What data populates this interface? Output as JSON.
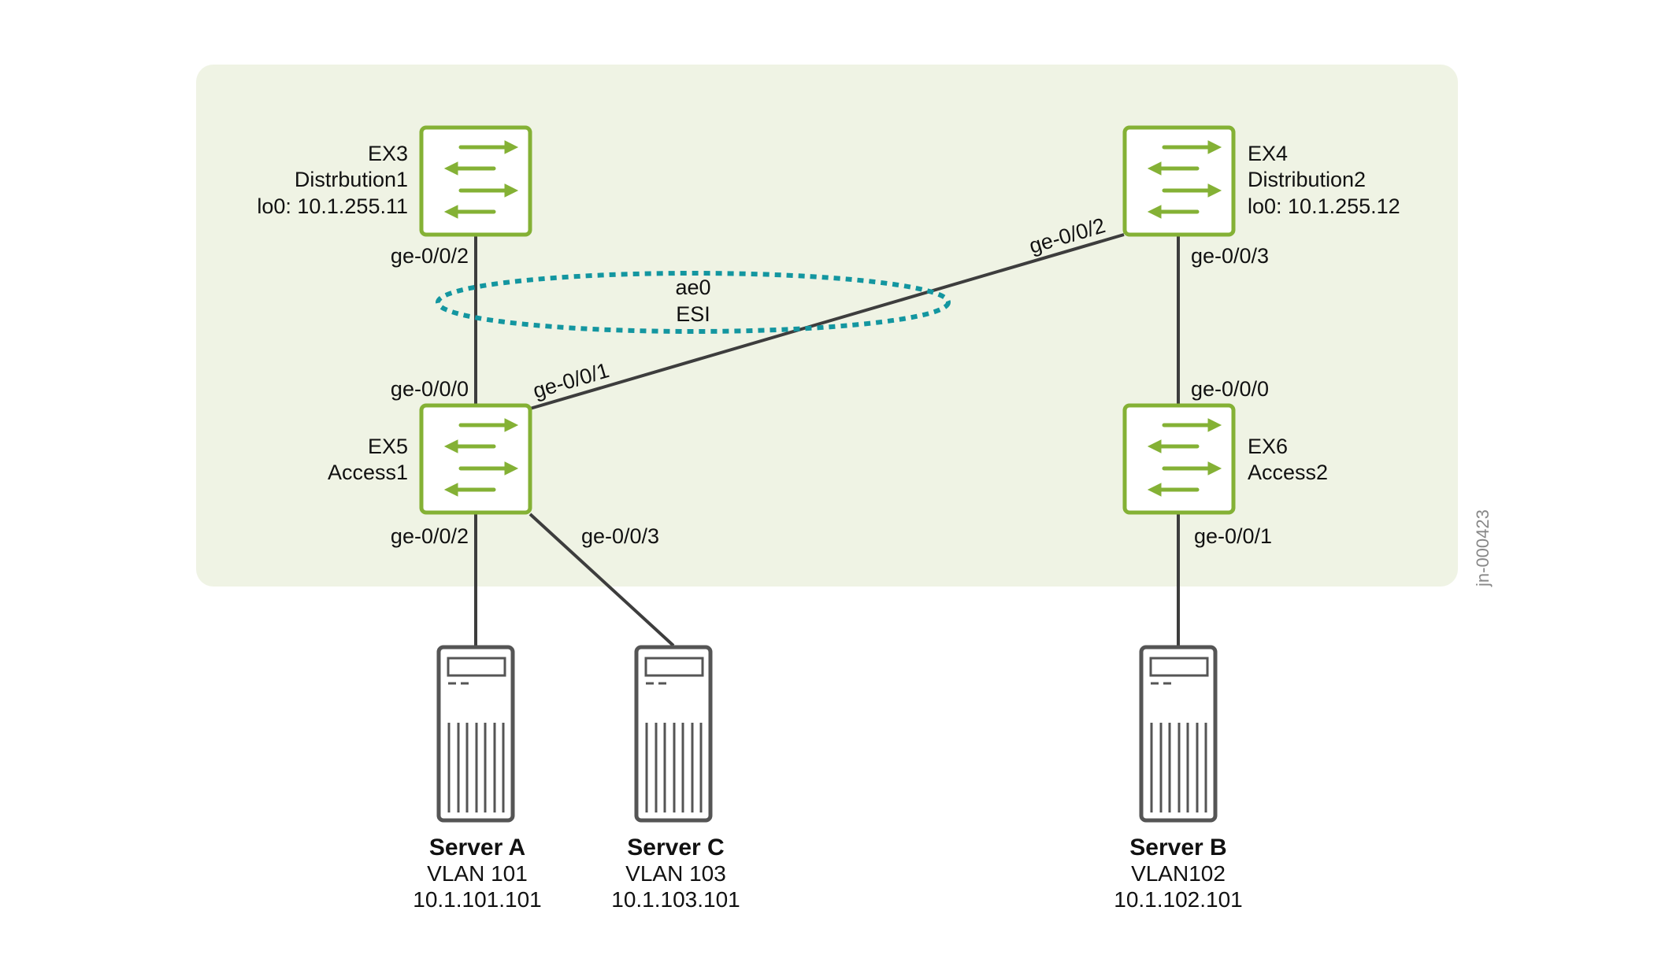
{
  "colors": {
    "panel": "#eff3e4",
    "switch_border": "#84b135",
    "switch_fill": "#ffffff",
    "link": "#3d3d3d",
    "esi_ring": "#1396a0",
    "server_stroke": "#555555"
  },
  "switches": [
    {
      "id": "EX3",
      "lines": [
        "EX3",
        "Distrbution1",
        "lo0: 10.1.255.11"
      ],
      "icon": "switch-icon"
    },
    {
      "id": "EX4",
      "lines": [
        "EX4",
        "Distribution2",
        "lo0: 10.1.255.12"
      ],
      "icon": "switch-icon"
    },
    {
      "id": "EX5",
      "lines": [
        "EX5",
        "Access1"
      ],
      "icon": "switch-icon"
    },
    {
      "id": "EX6",
      "lines": [
        "EX6",
        "Access2"
      ],
      "icon": "switch-icon"
    }
  ],
  "servers": [
    {
      "id": "A",
      "name": "Server A",
      "vlan": "VLAN 101",
      "ip": "10.1.101.101",
      "icon": "server-icon"
    },
    {
      "id": "C",
      "name": "Server C",
      "vlan": "VLAN 103",
      "ip": "10.1.103.101",
      "icon": "server-icon"
    },
    {
      "id": "B",
      "name": "Server B",
      "vlan": "VLAN102",
      "ip": "10.1.102.101",
      "icon": "server-icon"
    }
  ],
  "links": [
    {
      "from": "EX3",
      "to": "EX5",
      "from_port": "ge-0/0/2",
      "to_port": "ge-0/0/0"
    },
    {
      "from": "EX4",
      "to": "EX5",
      "from_port": "ge-0/0/2",
      "to_port": "ge-0/0/1"
    },
    {
      "from": "EX4",
      "to": "EX6",
      "from_port": "ge-0/0/3",
      "to_port": "ge-0/0/0"
    },
    {
      "from": "EX5",
      "to": "Server A",
      "from_port": "ge-0/0/2"
    },
    {
      "from": "EX5",
      "to": "Server C",
      "from_port": "ge-0/0/3"
    },
    {
      "from": "EX6",
      "to": "Server B",
      "from_port": "ge-0/0/1"
    }
  ],
  "esi": {
    "lines": [
      "ae0",
      "ESI"
    ]
  },
  "figure_id": "jn-000423"
}
